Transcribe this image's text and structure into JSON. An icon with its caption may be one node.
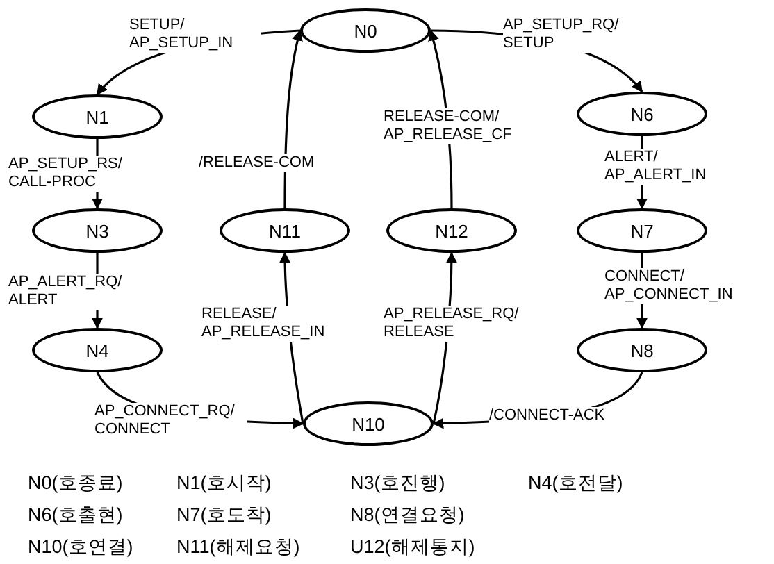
{
  "diagram": {
    "nodes": [
      {
        "text": [
          "N0"
        ]
      },
      {
        "text": [
          "N1"
        ]
      },
      {
        "text": [
          "N3"
        ]
      },
      {
        "text": [
          "N4"
        ]
      },
      {
        "text": [
          "N10"
        ]
      },
      {
        "text": [
          "N11"
        ]
      },
      {
        "text": [
          "N12"
        ]
      },
      {
        "text": [
          "N6"
        ]
      },
      {
        "text": [
          "N7"
        ]
      },
      {
        "text": [
          "N8"
        ]
      }
    ],
    "edges": [
      {
        "from": 0,
        "to": 1,
        "arrow": "to",
        "label": "SETUP/ AP_SETUP_IN"
      },
      {
        "from": 1,
        "to": 2,
        "arrow": "to",
        "label": "AP_SETUP_RS/ CALL-PROC"
      },
      {
        "from": 2,
        "to": 3,
        "arrow": "to",
        "label": "AP_ALERT_RQ/ ALERT"
      },
      {
        "from": 3,
        "to": 4,
        "arrow": "to",
        "label": "AP_CONNECT_RQ/ CONNECT"
      },
      {
        "from": 4,
        "to": 5,
        "arrow": "to",
        "label": "RELEASE/ AP_RELEASE_IN"
      },
      {
        "from": 5,
        "to": 0,
        "arrow": "to",
        "label": "/RELEASE-COM"
      },
      {
        "from": 4,
        "to": 6,
        "arrow": "to",
        "label": "AP_RELEASE_RQ/ RELEASE"
      },
      {
        "from": 6,
        "to": 0,
        "arrow": "to",
        "label": "RELEASE-COM/ AP_RELEASE_CF"
      },
      {
        "from": 0,
        "to": 7,
        "arrow": "to",
        "label": "AP_SETUP_RQ/ SETUP"
      },
      {
        "from": 7,
        "to": 8,
        "arrow": "to",
        "label": "ALERT/ AP_ALERT_IN"
      },
      {
        "from": 8,
        "to": 9,
        "arrow": "to",
        "label": "CONNECT/ AP_CONNECT_IN"
      },
      {
        "from": 9,
        "to": 4,
        "arrow": "to",
        "label": "/CONNECT-ACK"
      }
    ],
    "labels": [
      "N0(호종료)",
      "N1(호시작)",
      "N3(호진행)",
      "N4(호전달)",
      "N6(호출현)",
      "N7(호도착)",
      "N8(연결요청)",
      "N10(호연결)",
      "N11(해제요청)",
      "U12(해제통지)"
    ]
  }
}
